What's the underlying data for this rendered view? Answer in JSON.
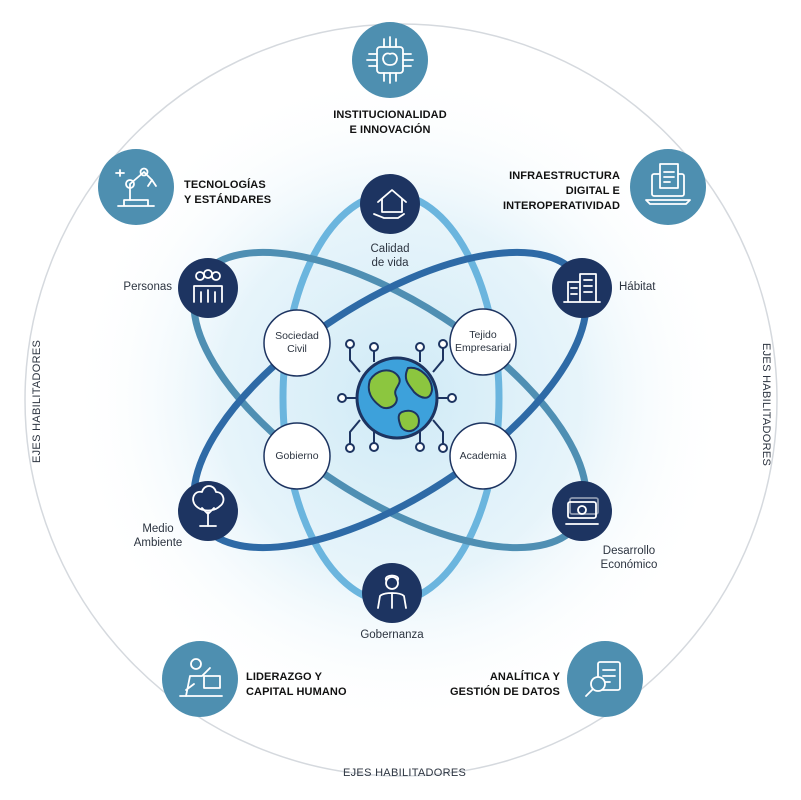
{
  "center": {
    "icon": "globe-network-icon"
  },
  "side_label": "EJES HABILITADORES",
  "enablers": [
    {
      "id": "institucionalidad",
      "label": "INSTITUCIONALIDAD\nE INNOVACIÓN",
      "icon": "chip-brain-icon"
    },
    {
      "id": "tecnologias",
      "label": "TECNOLOGÍAS\nY ESTÁNDARES",
      "icon": "robot-arm-icon"
    },
    {
      "id": "infraestructura",
      "label": "INFRAESTRUCTURA\nDIGITAL E\nINTEROPERATIVIDAD",
      "icon": "laptop-document-icon"
    },
    {
      "id": "liderazgo",
      "label": "LIDERAZGO Y\nCAPITAL HUMANO",
      "icon": "presenter-icon"
    },
    {
      "id": "analitica",
      "label": "ANALÍTICA Y\nGESTIÓN DE DATOS",
      "icon": "document-search-icon"
    }
  ],
  "dimensions": [
    {
      "id": "calidad",
      "label": "Calidad\nde vida",
      "icon": "house-hand-icon"
    },
    {
      "id": "personas",
      "label": "Personas",
      "icon": "people-icon"
    },
    {
      "id": "habitat",
      "label": "Hábitat",
      "icon": "buildings-icon"
    },
    {
      "id": "medio",
      "label": "Medio\nAmbiente",
      "icon": "tree-icon"
    },
    {
      "id": "desarrollo",
      "label": "Desarrollo\nEconómico",
      "icon": "money-icon"
    },
    {
      "id": "gobernanza",
      "label": "Gobernanza",
      "icon": "judge-icon"
    }
  ],
  "actors": [
    {
      "id": "sociedad",
      "label": "Sociedad\nCivil"
    },
    {
      "id": "tejido",
      "label": "Tejido\nEmpresarial"
    },
    {
      "id": "gobierno",
      "label": "Gobierno"
    },
    {
      "id": "academia",
      "label": "Academia"
    }
  ],
  "colors": {
    "enabler_fill": "#4e8fb0",
    "dimension_fill": "#1d3461",
    "orbit_light": "#6bb5de",
    "orbit_mid": "#4f8fb3",
    "orbit_dark": "#2e6aa6",
    "outer_ring": "#d5d9de",
    "glow": "#d8eef7"
  }
}
